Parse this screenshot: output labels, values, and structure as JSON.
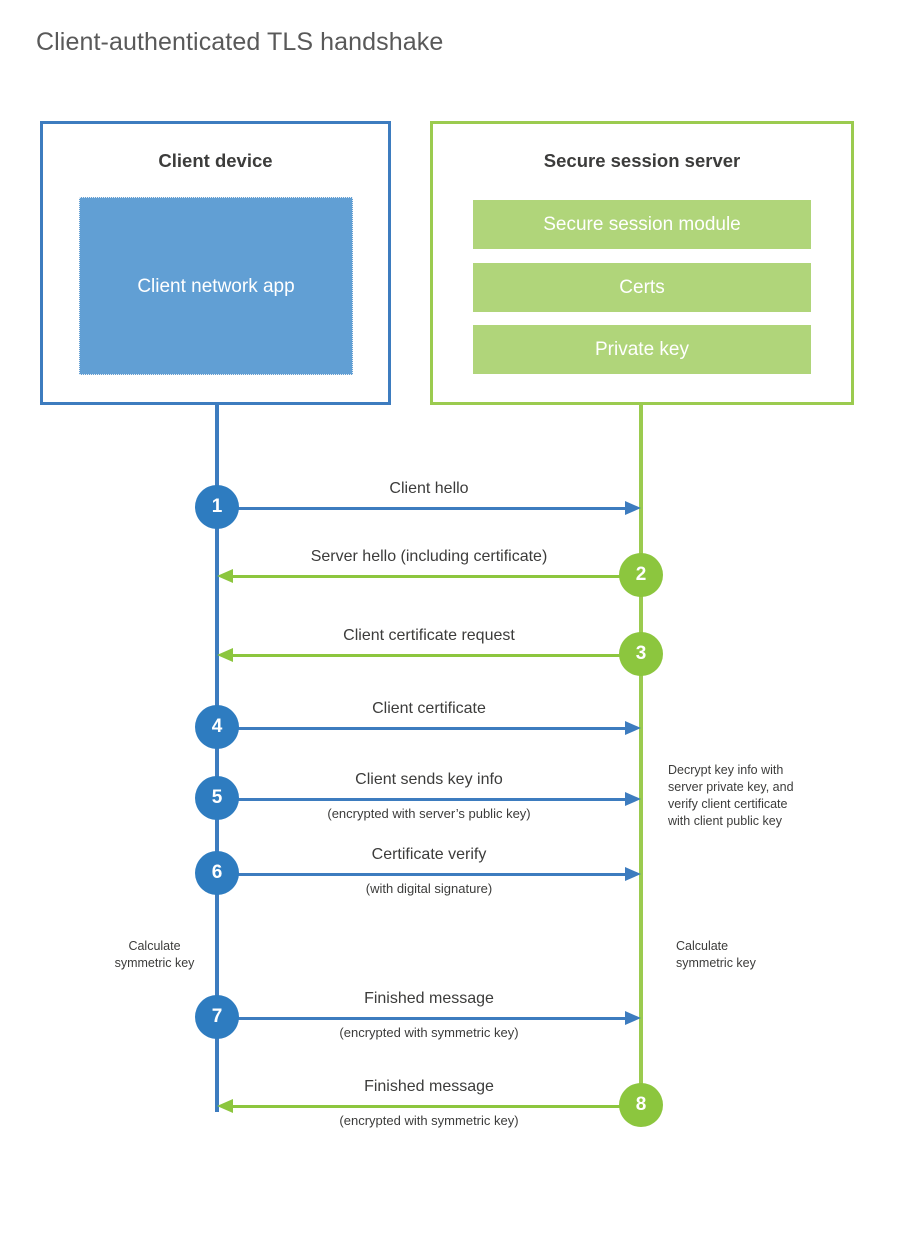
{
  "title": "Client-authenticated TLS handshake",
  "colors": {
    "client_blue": "#3d7cbf",
    "client_app_fill": "#619fd4",
    "client_circle": "#2e7cc0",
    "server_green": "#9bcb4f",
    "server_bar_fill": "#b0d57a",
    "server_arrow_green": "#8cc63e",
    "text_dark": "#3c3c3b",
    "title_gray": "#595959",
    "background": "#ffffff"
  },
  "client": {
    "title": "Client device",
    "app_label": "Client network\napp"
  },
  "server": {
    "title": "Secure session server",
    "components": [
      {
        "label": "Secure session module"
      },
      {
        "label": "Certs"
      },
      {
        "label": "Private key"
      }
    ]
  },
  "messages": [
    {
      "step": "1",
      "label": "Client hello",
      "sublabel": "",
      "direction": "client-to-server",
      "color": "blue"
    },
    {
      "step": "2",
      "label": "Server hello (including certificate)",
      "sublabel": "",
      "direction": "server-to-client",
      "color": "green"
    },
    {
      "step": "3",
      "label": "Client certificate request",
      "sublabel": "",
      "direction": "server-to-client",
      "color": "green"
    },
    {
      "step": "4",
      "label": "Client certificate",
      "sublabel": "",
      "direction": "client-to-server",
      "color": "blue"
    },
    {
      "step": "5",
      "label": "Client sends key info",
      "sublabel": "(encrypted with server’s public key)",
      "direction": "client-to-server",
      "color": "blue"
    },
    {
      "step": "6",
      "label": "Certificate verify",
      "sublabel": "(with digital signature)",
      "direction": "client-to-server",
      "color": "blue"
    },
    {
      "step": "7",
      "label": "Finished message",
      "sublabel": "(encrypted with symmetric key)",
      "direction": "client-to-server",
      "color": "blue"
    },
    {
      "step": "8",
      "label": "Finished message",
      "sublabel": "(encrypted with symmetric key)",
      "direction": "server-to-client",
      "color": "green"
    }
  ],
  "notes": {
    "decrypt": "Decrypt key info with\nserver private key, and\nverify client certificate\nwith client public key",
    "calculate_client": "Calculate\nsymmetric key",
    "calculate_server": "Calculate\nsymmetric key"
  }
}
